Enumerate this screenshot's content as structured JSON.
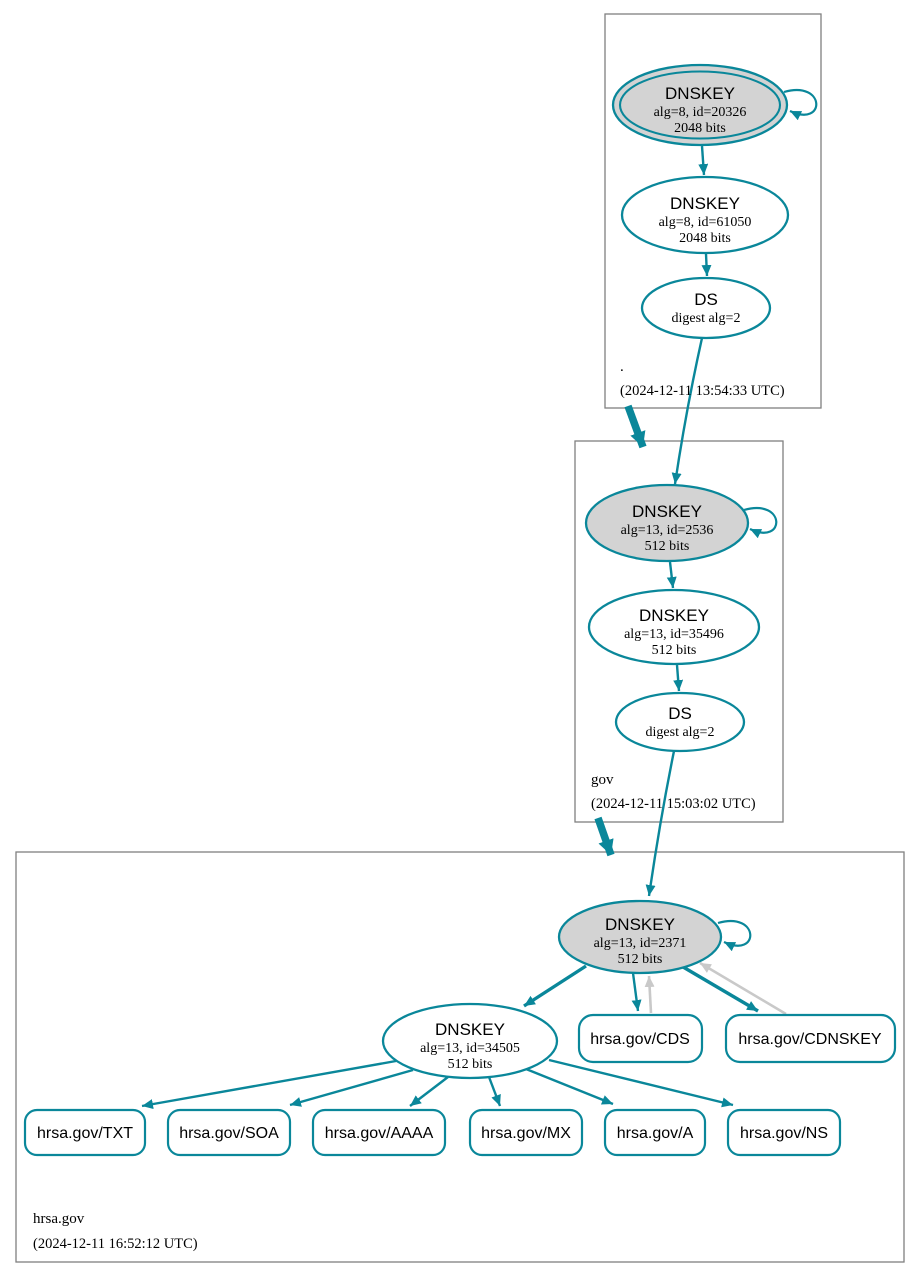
{
  "colors": {
    "secure": "#0a879a",
    "node_fill": "#d3d3d3",
    "insecure_edge": "#c9c9c9",
    "box_border": "#808080",
    "text": "#000000"
  },
  "zones": [
    {
      "label": ".",
      "timestamp": "(2024-12-11 13:54:33 UTC)",
      "ksk": {
        "type": "DNSKEY",
        "alg": "alg=8, id=20326",
        "bits": "2048 bits"
      },
      "zsk": {
        "type": "DNSKEY",
        "alg": "alg=8, id=61050",
        "bits": "2048 bits"
      },
      "ds": {
        "type": "DS",
        "digest": "digest alg=2"
      }
    },
    {
      "label": "gov",
      "timestamp": "(2024-12-11 15:03:02 UTC)",
      "ksk": {
        "type": "DNSKEY",
        "alg": "alg=13, id=2536",
        "bits": "512 bits"
      },
      "zsk": {
        "type": "DNSKEY",
        "alg": "alg=13, id=35496",
        "bits": "512 bits"
      },
      "ds": {
        "type": "DS",
        "digest": "digest alg=2"
      }
    },
    {
      "label": "hrsa.gov",
      "timestamp": "(2024-12-11 16:52:12 UTC)",
      "ksk": {
        "type": "DNSKEY",
        "alg": "alg=13, id=2371",
        "bits": "512 bits"
      },
      "zsk": {
        "type": "DNSKEY",
        "alg": "alg=13, id=34505",
        "bits": "512 bits"
      },
      "cds": "hrsa.gov/CDS",
      "cdnskey": "hrsa.gov/CDNSKEY",
      "records": [
        "hrsa.gov/TXT",
        "hrsa.gov/SOA",
        "hrsa.gov/AAAA",
        "hrsa.gov/MX",
        "hrsa.gov/A",
        "hrsa.gov/NS"
      ]
    }
  ]
}
